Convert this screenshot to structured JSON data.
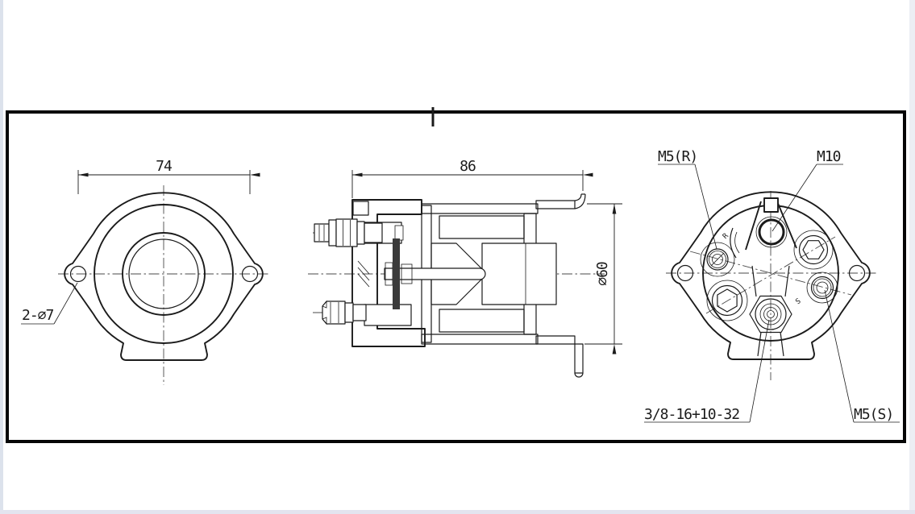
{
  "drawing": {
    "front_view": {
      "dim_width": "74",
      "holes_label": "2-∅7"
    },
    "section_view": {
      "dim_length": "86",
      "dim_diameter": "∅60"
    },
    "rear_view": {
      "label_m5r": "M5(R)",
      "label_m10": "M10",
      "label_stud": "3/8-16+10-32",
      "label_m5s": "M5(S)",
      "mark_r": "R",
      "mark_s": "S"
    }
  },
  "colors": {
    "line": "#1b1b1b",
    "frame": "#060606",
    "background": "#ffffff",
    "left-strip": "#dce2ec",
    "right-strip": "#eceef4",
    "bottom-strip": "#e3e4ef"
  }
}
